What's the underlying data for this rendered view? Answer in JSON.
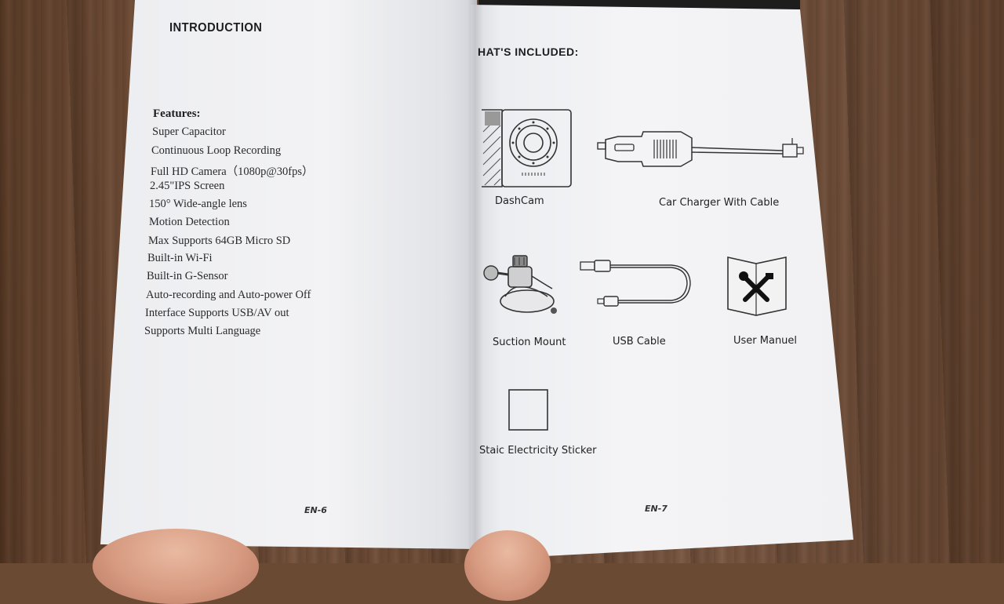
{
  "left_page": {
    "heading": "INTRODUCTION",
    "features_title": "Features:",
    "features": [
      "Super Capacitor",
      "Continuous Loop Recording",
      "Full HD Camera（1080p@30fps）",
      "2.45\"IPS Screen",
      "150° Wide-angle lens",
      "Motion Detection",
      "Max Supports 64GB Micro SD",
      "Built-in Wi-Fi",
      "Built-in G-Sensor",
      "Auto-recording and Auto-power Off",
      "Interface Supports USB/AV out",
      "Supports Multi Language"
    ],
    "page_number": "EN-6"
  },
  "right_page": {
    "heading": "HAT'S INCLUDED:",
    "items": {
      "dashcam": "DashCam",
      "car_charger": "Car Charger With Cable",
      "suction_mount": "Suction Mount",
      "usb_cable": "USB Cable",
      "user_manual": "User Manuel",
      "sticker": "Staic Electricity Sticker"
    },
    "page_number": "EN-7"
  }
}
